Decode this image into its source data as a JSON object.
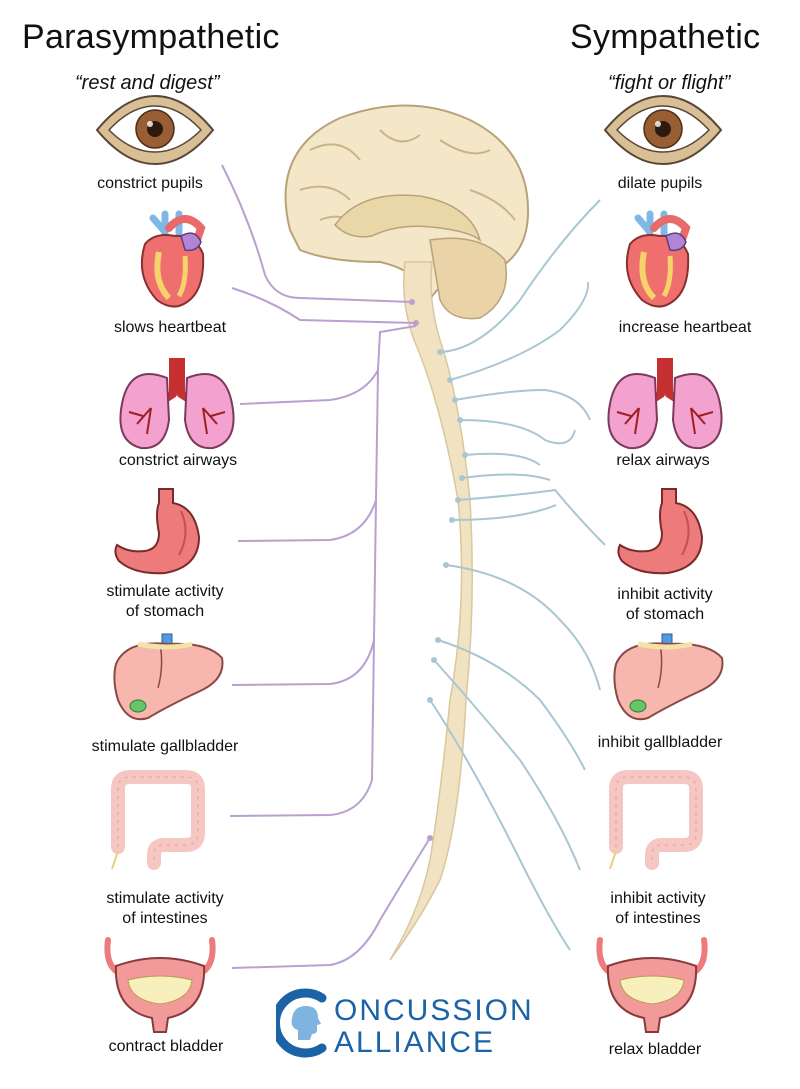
{
  "titles": {
    "left": "Parasympathetic",
    "left_sub": "“rest and digest”",
    "right": "Sympathetic",
    "right_sub": "“fight or flight”"
  },
  "left_labels": [
    "constrict pupils",
    "slows heartbeat",
    "constrict airways",
    "stimulate activity\nof stomach",
    "stimulate gallbladder",
    "stimulate activity\nof intestines",
    "contract bladder"
  ],
  "right_labels": [
    "dilate pupils",
    "increase heartbeat",
    "relax airways",
    "inhibit activity\nof stomach",
    "inhibit gallbladder",
    "inhibit activity\nof intestines",
    "relax bladder"
  ],
  "logo": {
    "top": "ONCUSSION",
    "bottom": "ALLIANCE",
    "icon": "head-in-c-icon"
  },
  "organ_icons": [
    "eye-icon",
    "heart-icon",
    "lungs-icon",
    "stomach-icon",
    "liver-icon",
    "intestines-icon",
    "bladder-icon"
  ],
  "colors": {
    "parasympathetic_nerve": "#b9a0cf",
    "sympathetic_nerve": "#a9c6d3",
    "spinal_cord": "#f1e3c2",
    "brand": "#1b63a6"
  }
}
